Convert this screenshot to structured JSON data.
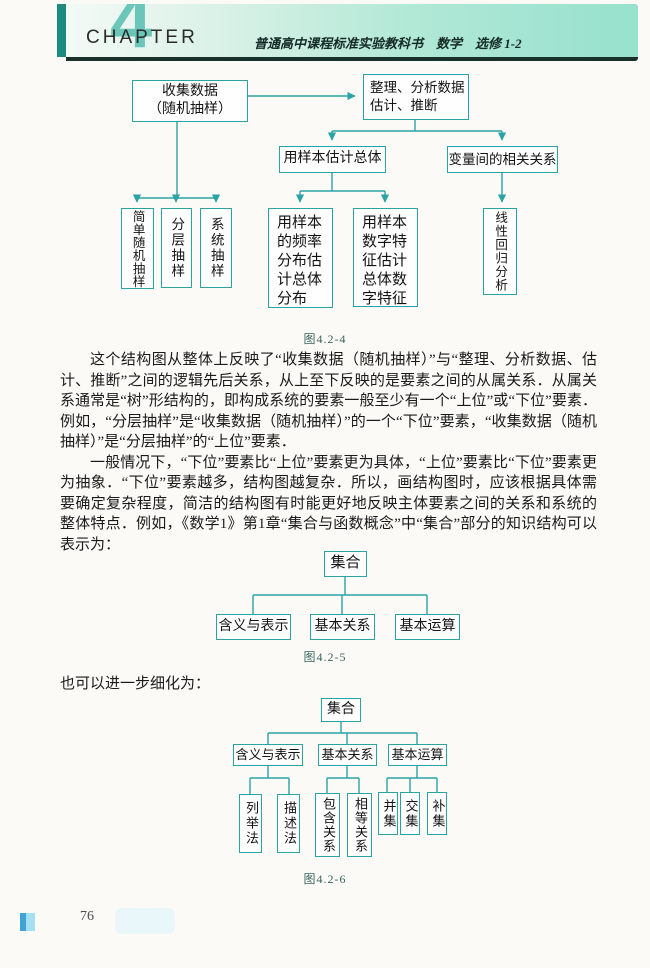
{
  "header": {
    "chapter_label": "CHAPTER",
    "chapter_number": "4",
    "book_title": "普通高中课程标准实验教科书　数学　选修 1-2"
  },
  "figures": {
    "fig1": {
      "caption": "图4.2-4",
      "nodes": {
        "collect": "收集数据\n（随机抽样）",
        "organize": "整理、分析数据\n估计、推断",
        "sample_estimate": "用样本估计总体",
        "correlation": "变量间的相关关系",
        "simple_random": "简单随机抽样",
        "stratified": "分层抽样",
        "systematic": "系统抽样",
        "freq_dist": "用样本的频率分布估计总体分布",
        "numeric_char": "用样本数字特征估计总体数字特征",
        "linear_regression": "线性回归分析"
      }
    },
    "fig2": {
      "caption": "图4.2-5",
      "root": "集合",
      "children": [
        "含义与表示",
        "基本关系",
        "基本运算"
      ]
    },
    "fig3": {
      "caption": "图4.2-6",
      "root": "集合",
      "children": [
        "含义与表示",
        "基本关系",
        "基本运算"
      ],
      "leaves": {
        "c1": [
          "列举法",
          "描述法"
        ],
        "c2": [
          "包含关系",
          "相等关系"
        ],
        "c3": [
          "并集",
          "交集",
          "补集"
        ]
      }
    }
  },
  "body": {
    "p1": "这个结构图从整体上反映了“收集数据（随机抽样）”与“整理、分析数据、估计、推断”之间的逻辑先后关系，从上至下反映的是要素之间的从属关系．从属关系通常是“树”形结构的，即构成系统的要素一般至少有一个“上位”或“下位”要素．例如，“分层抽样”是“收集数据（随机抽样）”的一个“下位”要素，“收集数据（随机抽样）”是“分层抽样”的“上位”要素．",
    "p2": "一般情况下，“下位”要素比“上位”要素更为具体，“上位”要素比“下位”要素更为抽象．“下位”要素越多，结构图越复杂．所以，画结构图时，应该根据具体需要确定复杂程度，简洁的结构图有时能更好地反映主体要素之间的关系和系统的整体特点．例如，《数学1》第1章“集合与函数概念”中“集合”部分的知识结构可以表示为：",
    "interlude": "也可以进一步细化为："
  },
  "footer": {
    "page_number": "76"
  },
  "colors": {
    "accent": "#2ba3a3",
    "header_teal": "#97e1cd",
    "strip": "#1f8a80"
  }
}
